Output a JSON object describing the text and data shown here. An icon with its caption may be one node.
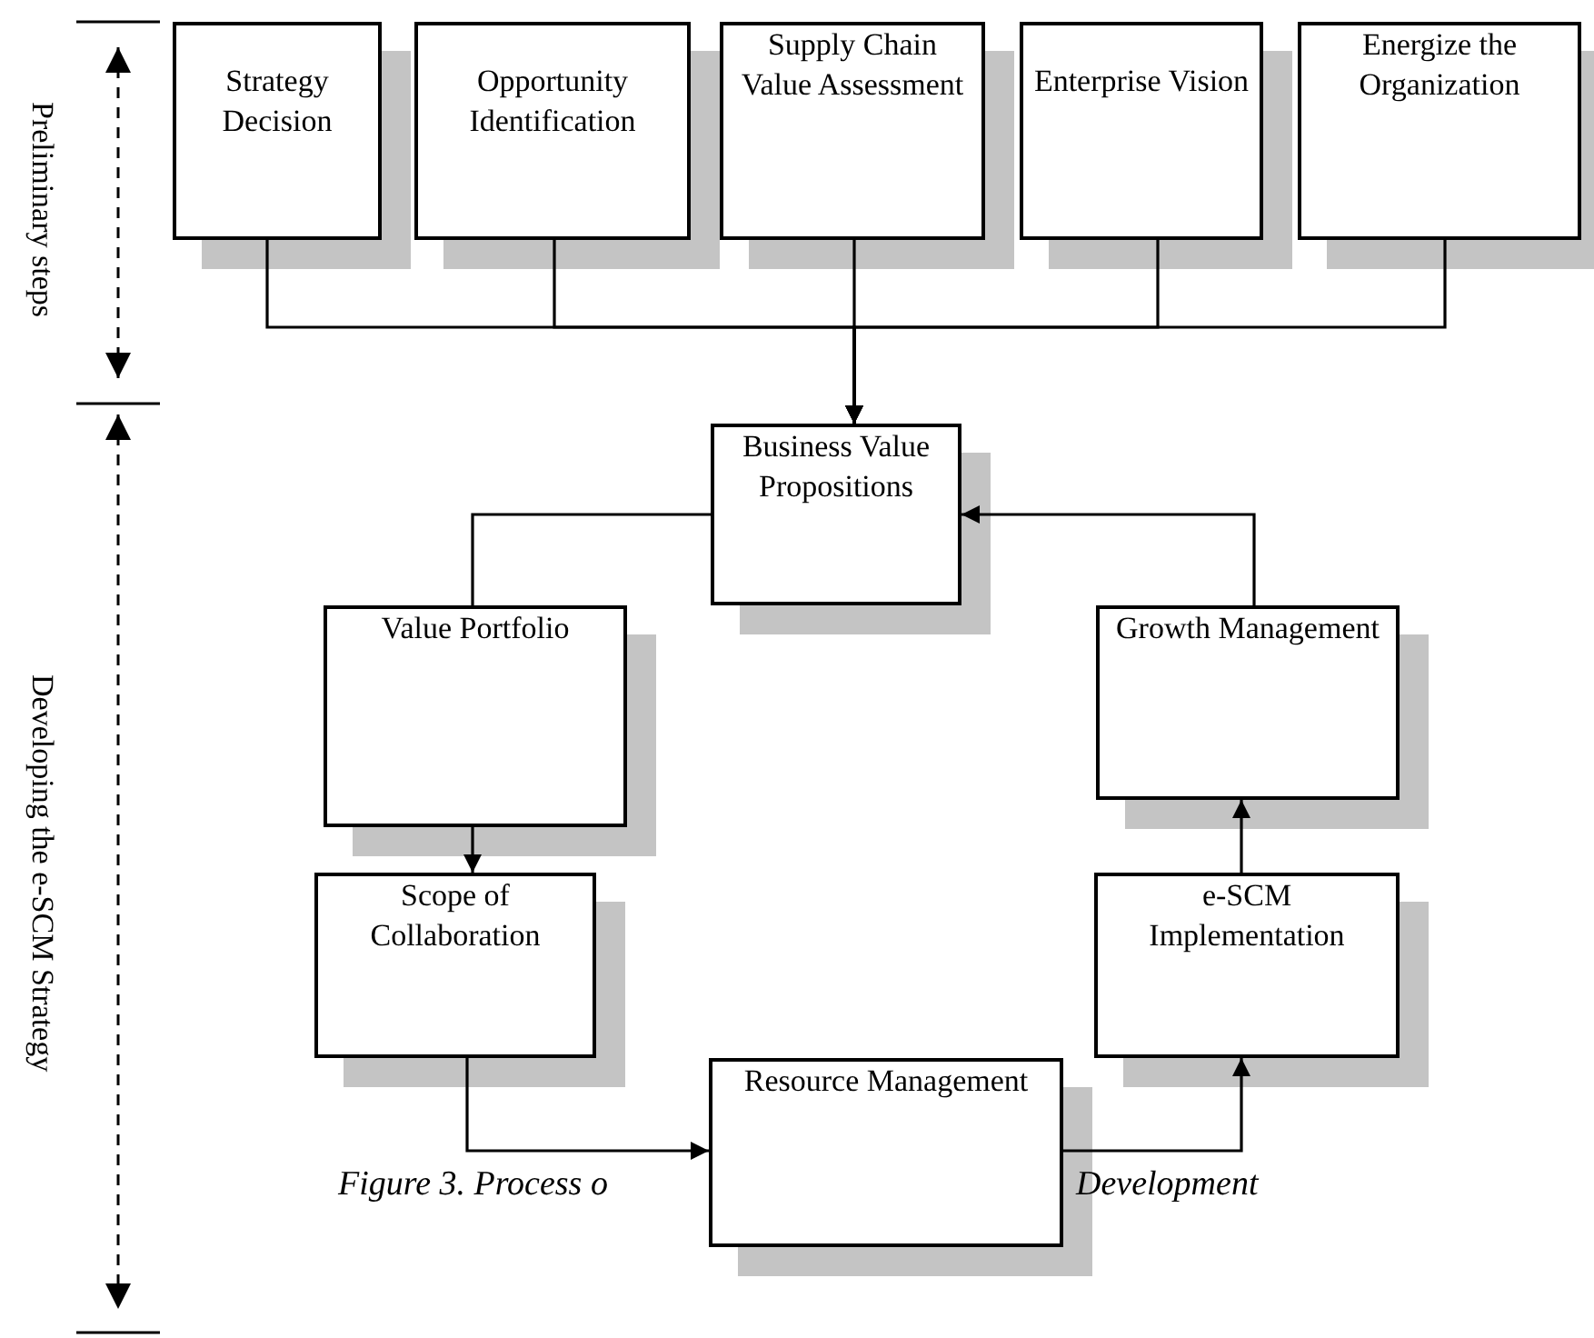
{
  "diagram": {
    "nodes": [
      {
        "text": [
          "Strategy Decision"
        ]
      },
      {
        "text": [
          "Opportunity Identification"
        ]
      },
      {
        "text": [
          "Supply Chain Value Assessment"
        ]
      },
      {
        "text": [
          "Enterprise Vision"
        ]
      },
      {
        "text": [
          "Energize the Organization"
        ]
      },
      {
        "text": [
          "Business Value Propositions"
        ]
      },
      {
        "text": [
          "Value Portfolio"
        ]
      },
      {
        "text": [
          "Growth Management"
        ]
      },
      {
        "text": [
          "Scope of Collaboration"
        ]
      },
      {
        "text": [
          "e-SCM Implementation"
        ]
      },
      {
        "text": [
          "Resource Management"
        ]
      }
    ],
    "edges": [
      {
        "from": 0,
        "to": 5,
        "arrow": "to"
      },
      {
        "from": 1,
        "to": 5,
        "arrow": "to"
      },
      {
        "from": 2,
        "to": 5,
        "arrow": "to"
      },
      {
        "from": 3,
        "to": 5,
        "arrow": "to"
      },
      {
        "from": 4,
        "to": 5,
        "arrow": "to"
      },
      {
        "from": 5,
        "to": 6,
        "arrow": "none"
      },
      {
        "from": 6,
        "to": 8,
        "arrow": "to"
      },
      {
        "from": 8,
        "to": 10,
        "arrow": "to"
      },
      {
        "from": 10,
        "to": 9,
        "arrow": "to"
      },
      {
        "from": 9,
        "to": 7,
        "arrow": "to"
      },
      {
        "from": 7,
        "to": 5,
        "arrow": "to"
      }
    ],
    "labels": [
      "Preliminary steps",
      "Developing the e-SCM Strategy",
      "Figure 3. Process o",
      "Development"
    ]
  }
}
